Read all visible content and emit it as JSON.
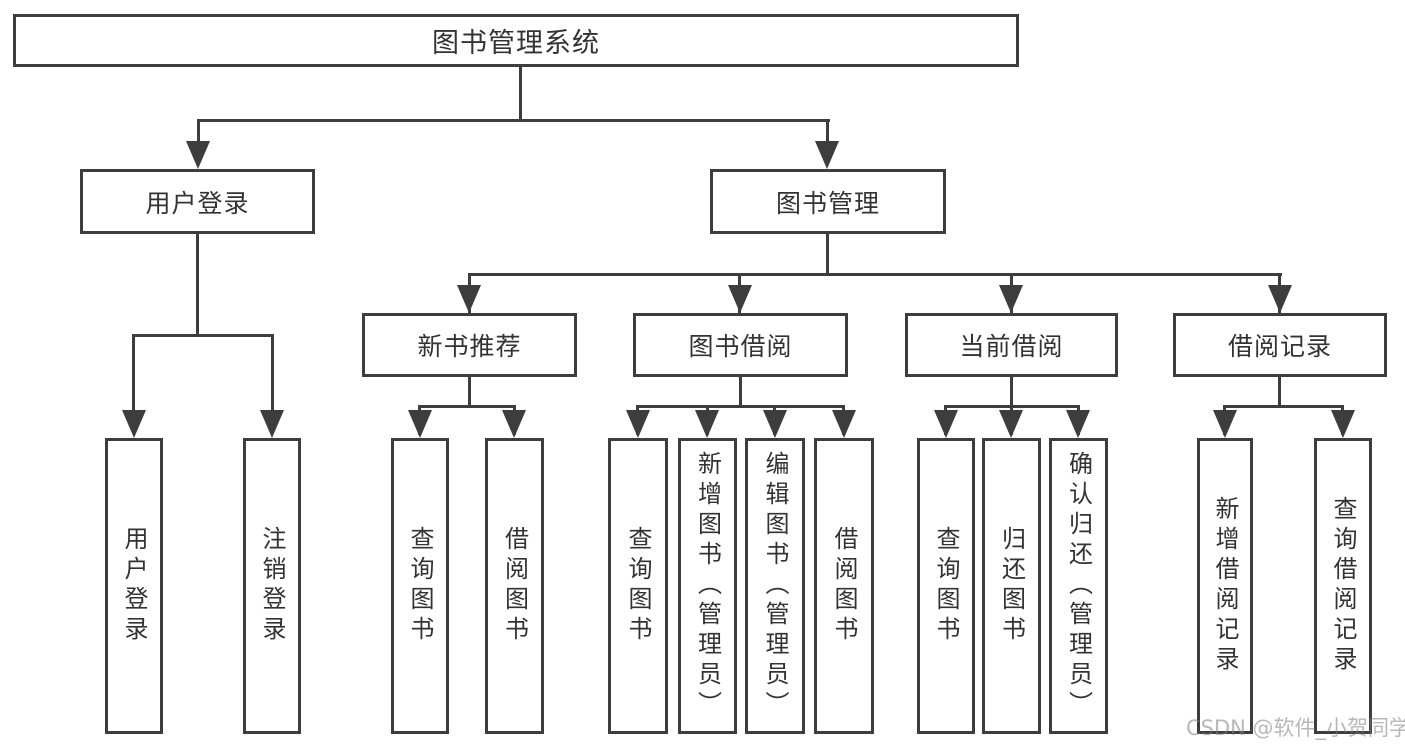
{
  "diagram": {
    "title": "图书管理系统",
    "branches": [
      {
        "label": "用户登录",
        "children": [
          {
            "label": "用户登录"
          },
          {
            "label": "注销登录"
          }
        ]
      },
      {
        "label": "图书管理",
        "children": [
          {
            "label": "新书推荐",
            "children": [
              {
                "label": "查询图书"
              },
              {
                "label": "借阅图书"
              }
            ]
          },
          {
            "label": "图书借阅",
            "children": [
              {
                "label": "查询图书"
              },
              {
                "label": "新增图书（管理员）"
              },
              {
                "label": "编辑图书（管理员）"
              },
              {
                "label": "借阅图书"
              }
            ]
          },
          {
            "label": "当前借阅",
            "children": [
              {
                "label": "查询图书"
              },
              {
                "label": "归还图书"
              },
              {
                "label": "确认归还（管理员）"
              }
            ]
          },
          {
            "label": "借阅记录",
            "children": [
              {
                "label": "新增借阅记录"
              },
              {
                "label": "查询借阅记录"
              }
            ]
          }
        ]
      }
    ]
  },
  "watermark": {
    "text": "CSDN @软件_小贺同学"
  },
  "colors": {
    "line": "#3d3d3d",
    "text": "#333333",
    "background": "#ffffff",
    "watermark_gray": "#7d7d7d"
  }
}
